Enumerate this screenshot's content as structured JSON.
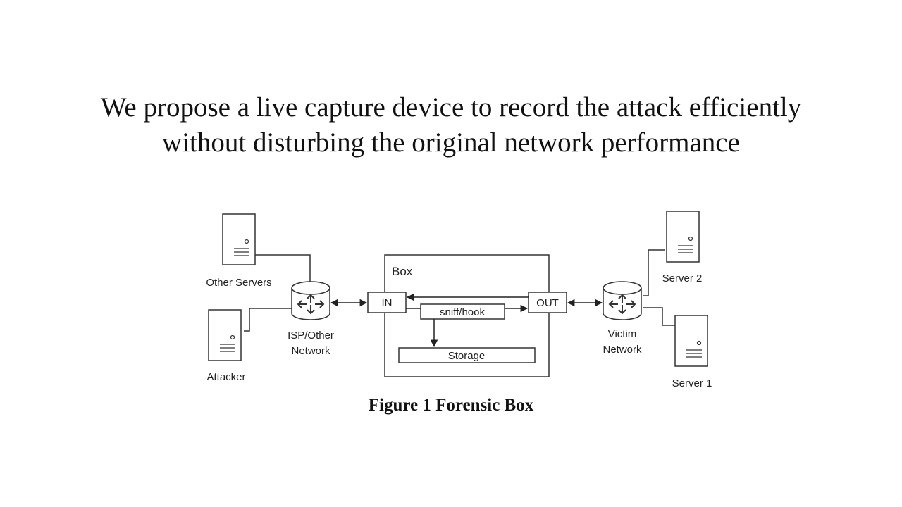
{
  "slide": {
    "headline_line1": "We propose a live capture device to record the attack efficiently",
    "headline_line2": "without disturbing the original network performance"
  },
  "diagram": {
    "caption": "Figure 1 Forensic Box",
    "nodes": {
      "other_servers": "Other Servers",
      "attacker": "Attacker",
      "isp_line1": "ISP/Other",
      "isp_line2": "Network",
      "box_title": "Box",
      "in_port": "IN",
      "out_port": "OUT",
      "sniff_hook": "sniff/hook",
      "storage": "Storage",
      "victim_line1": "Victim",
      "victim_line2": "Network",
      "server2": "Server 2",
      "server1": "Server 1"
    },
    "icons": {
      "server": "server-tower-icon",
      "router": "router-cylinder-icon"
    }
  }
}
